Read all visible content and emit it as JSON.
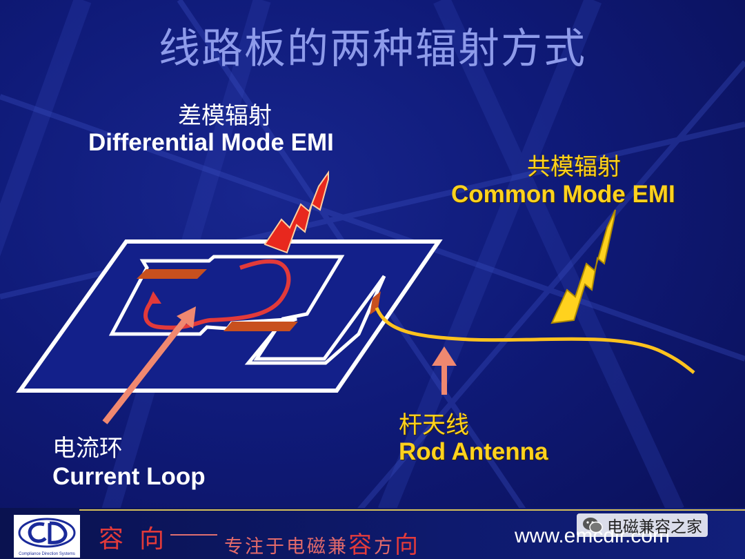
{
  "title": "线路板的两种辐射方式",
  "differential": {
    "cn": "差模辐射",
    "en": "Differential Mode EMI"
  },
  "common": {
    "cn": "共模辐射",
    "en": "Common Mode EMI"
  },
  "antenna": {
    "cn": "杆天线",
    "en": "Rod Antenna"
  },
  "loop": {
    "cn": "电流环",
    "en": "Current Loop"
  },
  "footer": {
    "logo_caption": "Compliance Direction Systems",
    "slogan_a1": "容",
    "slogan_a2": "向",
    "slogan_b": [
      "专",
      "注",
      "于",
      "电",
      "磁",
      "兼",
      "容",
      "方",
      "向"
    ],
    "url": "www.emcdir.com",
    "wechat_name": "电磁兼容之家"
  },
  "colors": {
    "background": "#0f1a78",
    "title": "#8e9bea",
    "yellow": "#ffd21e",
    "red": "#e23a3a",
    "trace": "#c8501e",
    "board_outline": "#ffffff"
  },
  "icons": {
    "wechat": "wechat-icon",
    "logo": "cd-logo-icon"
  }
}
